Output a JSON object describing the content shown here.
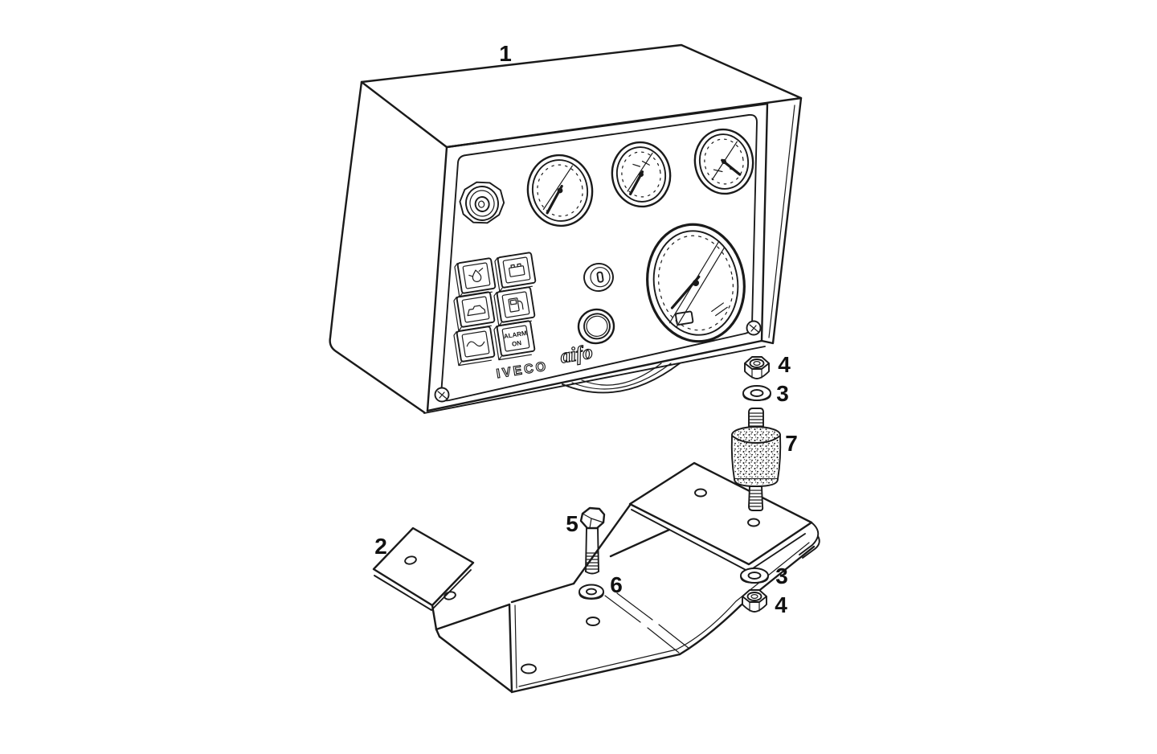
{
  "panel": {
    "brand_primary": "IVECO",
    "brand_secondary": "aifo",
    "alarm_light_line1": "ALARM",
    "alarm_light_line2": "ON"
  },
  "callouts": [
    {
      "label": "1"
    },
    {
      "label": "2"
    },
    {
      "label": "4"
    },
    {
      "label": "3"
    },
    {
      "label": "7"
    },
    {
      "label": "5"
    },
    {
      "label": "6"
    },
    {
      "label": "3"
    },
    {
      "label": "4"
    }
  ]
}
